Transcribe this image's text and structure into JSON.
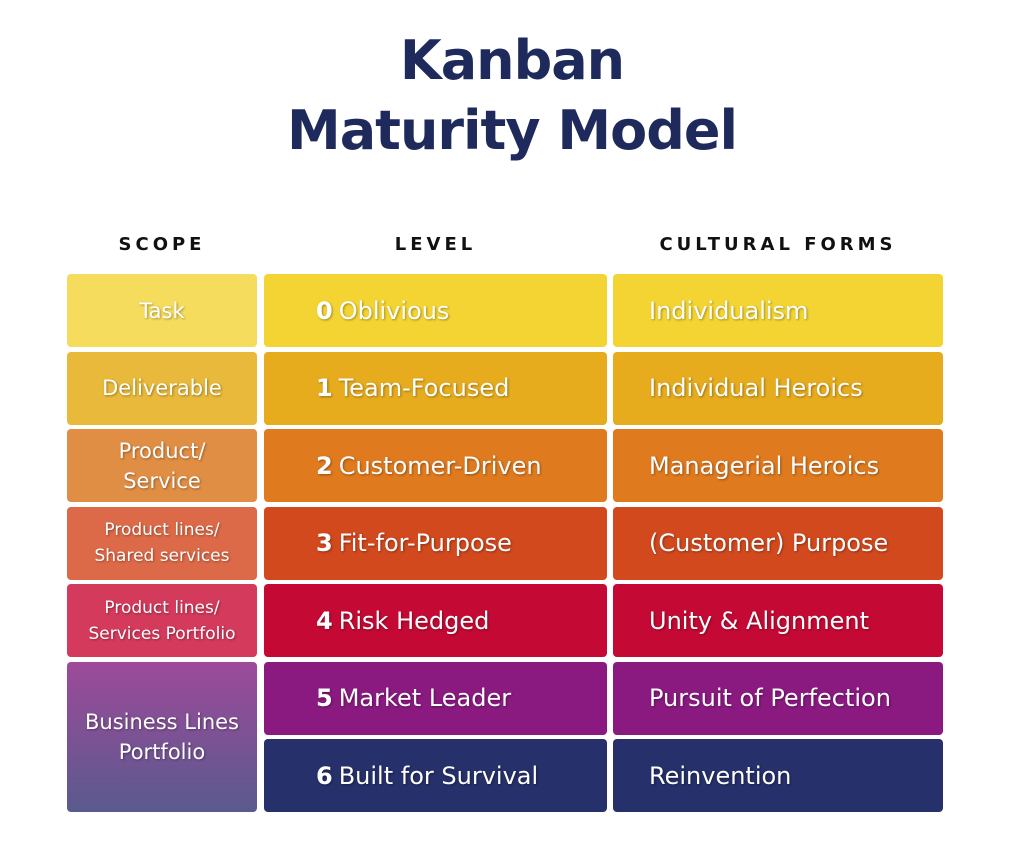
{
  "title": {
    "line1": "Kanban",
    "line2": "Maturity Model"
  },
  "headers": {
    "scope": "SCOPE",
    "level": "LEVEL",
    "cultural_forms": "CULTURAL FORMS"
  },
  "scope": [
    {
      "line1": "Task",
      "line2": "",
      "color": "#f6dc5c"
    },
    {
      "line1": "Deliverable",
      "line2": "",
      "color": "#e8b93a"
    },
    {
      "line1": "Product/",
      "line2": "Service",
      "color": "#e08e44"
    },
    {
      "line1": "Product lines/",
      "line2": "Shared services",
      "color": "#dc6a48"
    },
    {
      "line1": "Product lines/",
      "line2": "Services Portfolio",
      "color": "#d43a5c"
    },
    {
      "line1": "Business Lines",
      "line2": "Portfolio",
      "color_top": "#9d4a9a",
      "color_bottom": "#5a5a8e"
    }
  ],
  "levels": [
    {
      "num": "0",
      "name": "Oblivious",
      "color": "#f4d433"
    },
    {
      "num": "1",
      "name": "Team-Focused",
      "color": "#e6ac1e"
    },
    {
      "num": "2",
      "name": "Customer-Driven",
      "color": "#df7a1f"
    },
    {
      "num": "3",
      "name": "Fit-for-Purpose",
      "color": "#d2491e"
    },
    {
      "num": "4",
      "name": "Risk Hedged",
      "color": "#c40a34"
    },
    {
      "num": "5",
      "name": "Market Leader",
      "color": "#8a1a80"
    },
    {
      "num": "6",
      "name": "Built for Survival",
      "color": "#26306a"
    }
  ],
  "cultural_forms": [
    {
      "name": "Individualism",
      "color": "#f4d433"
    },
    {
      "name": "Individual Heroics",
      "color": "#e6ac1e"
    },
    {
      "name": "Managerial Heroics",
      "color": "#df7a1f"
    },
    {
      "name": "(Customer) Purpose",
      "color": "#d2491e"
    },
    {
      "name": "Unity & Alignment",
      "color": "#c40a34"
    },
    {
      "name": "Pursuit of Perfection",
      "color": "#8a1a80"
    },
    {
      "name": "Reinvention",
      "color": "#26306a"
    }
  ]
}
